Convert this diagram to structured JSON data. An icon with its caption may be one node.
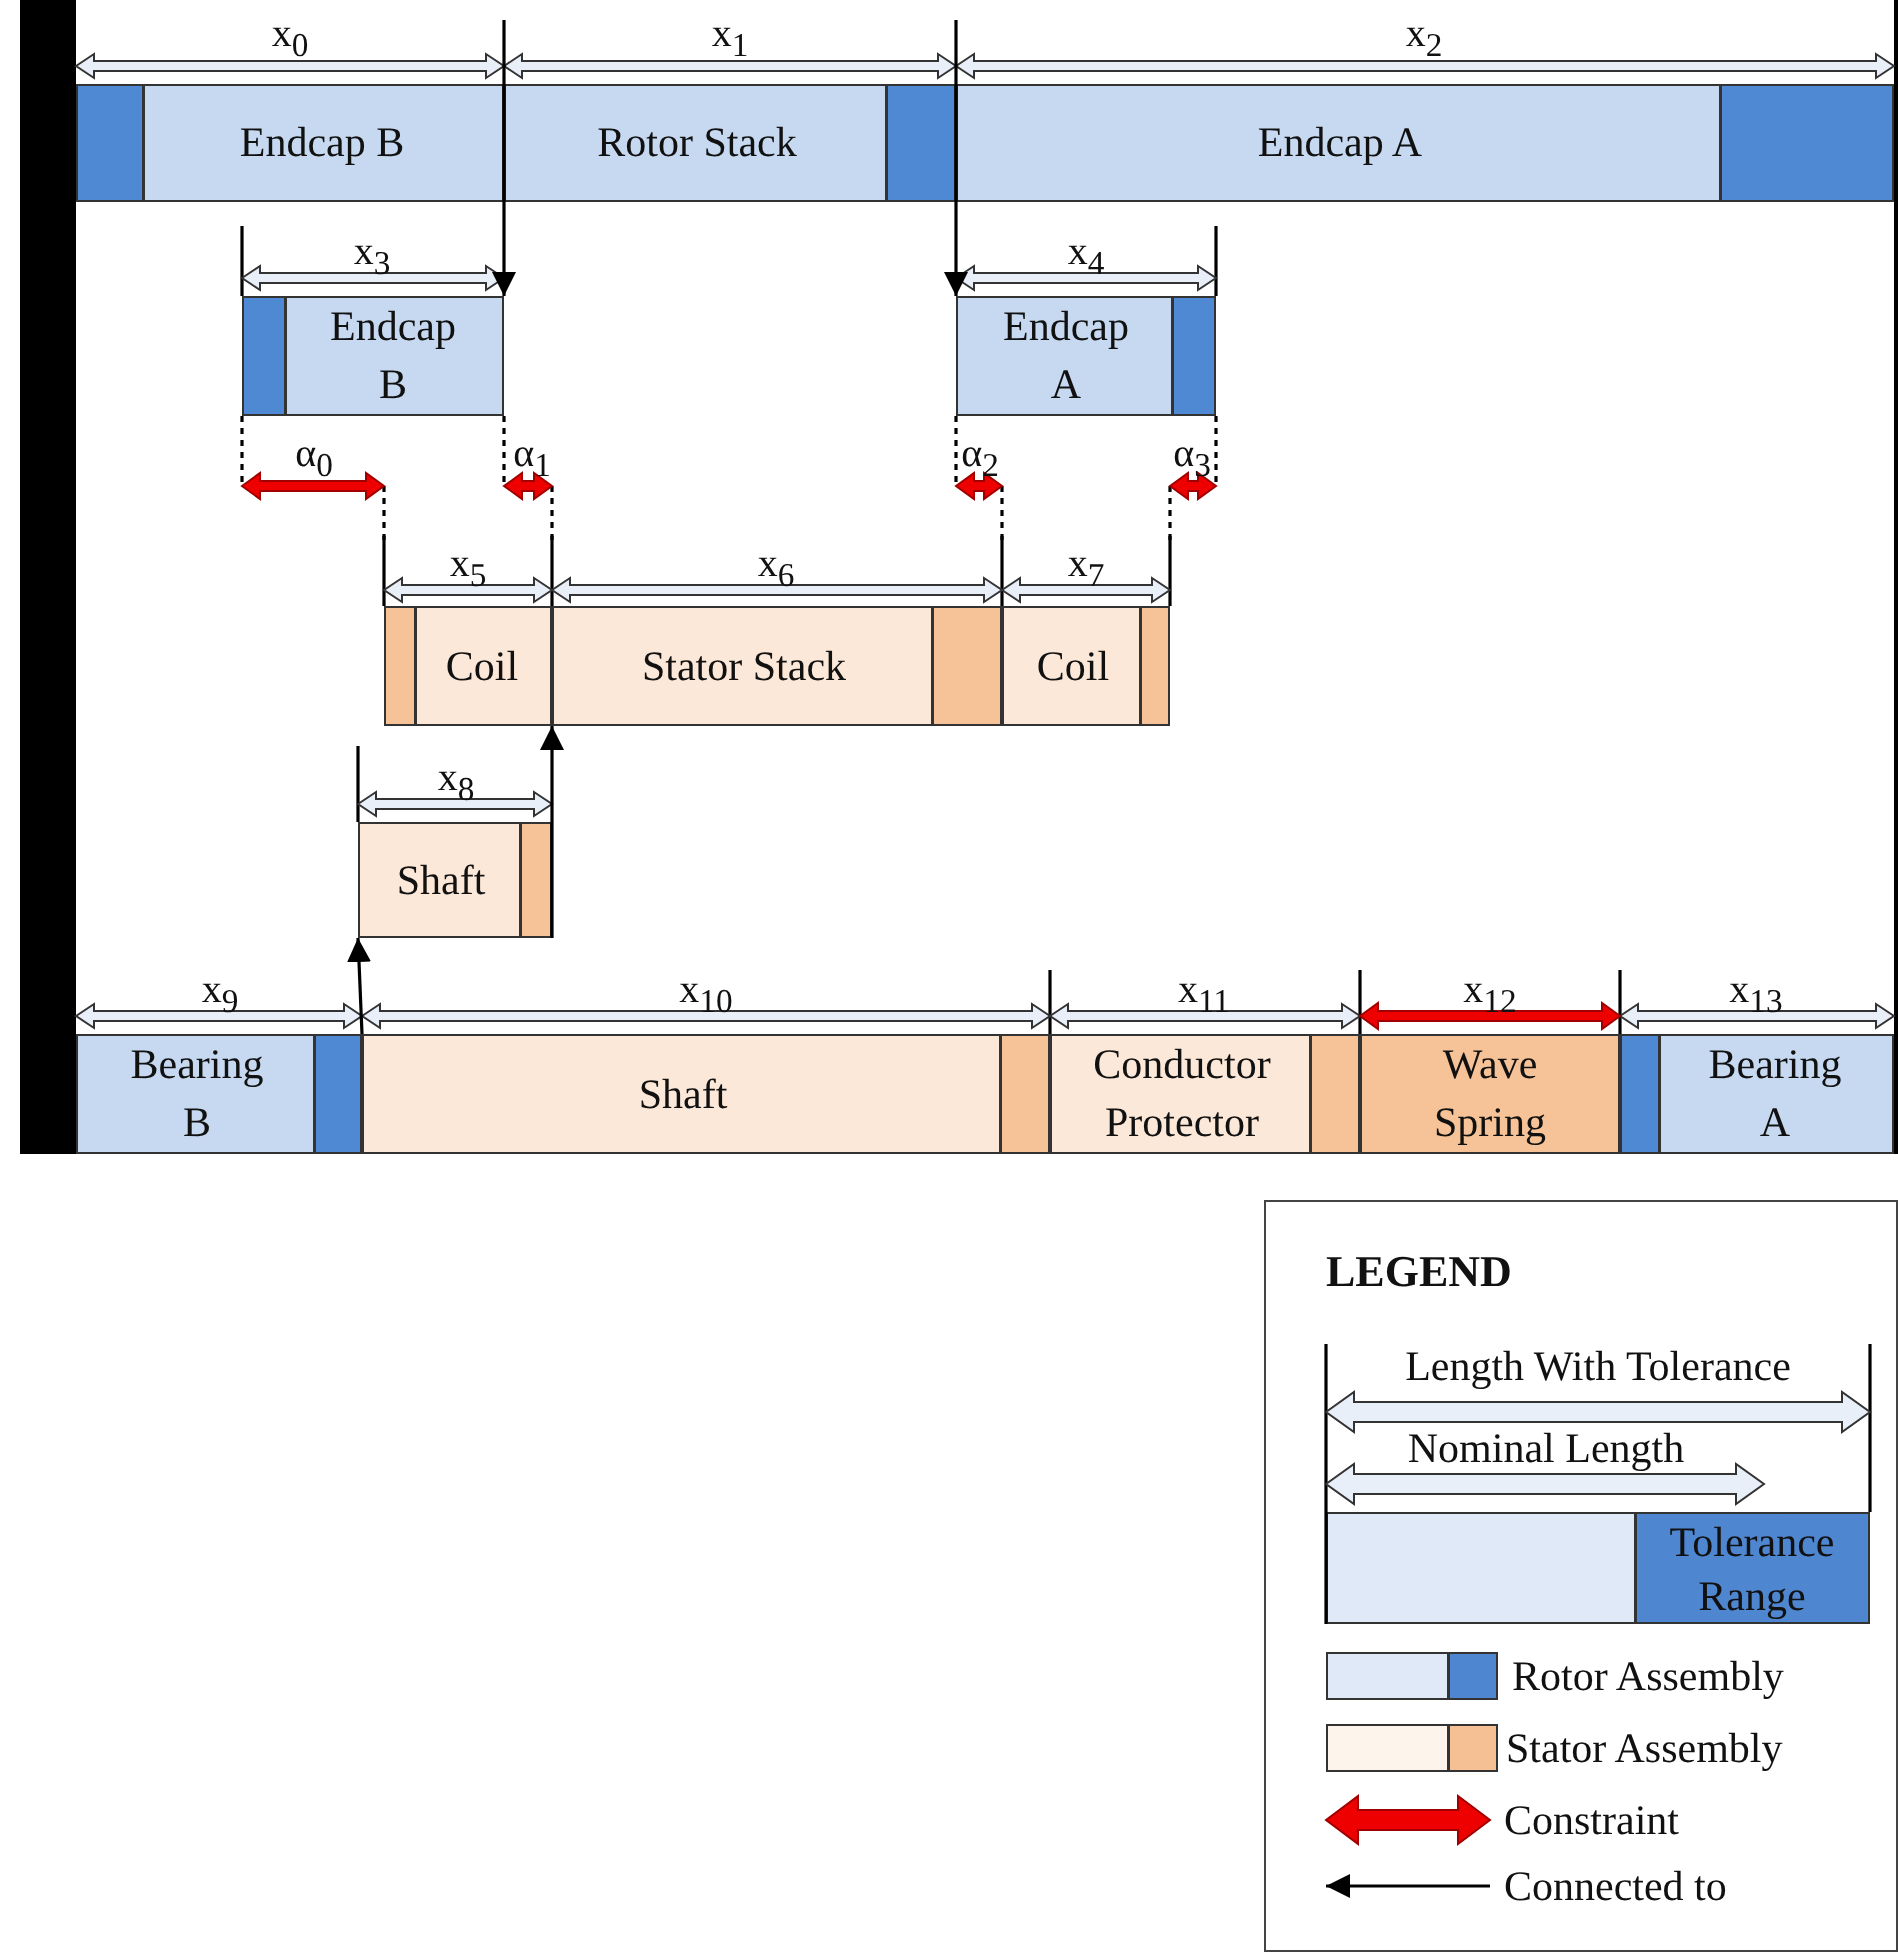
{
  "diagram": {
    "nodes": [
      {
        "text": [
          "Endcap B"
        ]
      },
      {
        "text": [
          "Rotor Stack"
        ]
      },
      {
        "text": [
          "Endcap A"
        ]
      },
      {
        "text": [
          "Endcap B"
        ]
      },
      {
        "text": [
          "Endcap A"
        ]
      },
      {
        "text": [
          "Coil"
        ]
      },
      {
        "text": [
          "Stator Stack"
        ]
      },
      {
        "text": [
          "Coil"
        ]
      },
      {
        "text": [
          "Shaft"
        ]
      },
      {
        "text": [
          "Bearing B"
        ]
      },
      {
        "text": [
          "Shaft"
        ]
      },
      {
        "text": [
          "Conductor Protector"
        ]
      },
      {
        "text": [
          "Wave Spring"
        ]
      },
      {
        "text": [
          "Bearing A"
        ]
      }
    ],
    "edges": [
      {
        "from": 1,
        "to": 3,
        "arrow": "to"
      },
      {
        "from": 1,
        "to": 4,
        "arrow": "to"
      },
      {
        "from": 8,
        "to": 6,
        "arrow": "to"
      },
      {
        "from": 10,
        "to": 8,
        "arrow": "to"
      }
    ],
    "labels": [
      "x$_{0}$",
      "x$_{1}$",
      "x$_{2}$",
      "x$_{3}$",
      "x$_{4}$",
      "α$_{0}$",
      "α$_{1}$",
      "α$_{2}$",
      "α$_{3}$",
      "x$_{5}$",
      "x$_{6}$",
      "x$_{7}$",
      "x$_{8}$",
      "x$_{9}$",
      "x$_{10}$",
      "x$_{11}$",
      "x$_{12}$",
      "x$_{13}$",
      "LEGEND"
    ],
    "legend": [
      {
        "text": "Length With Tolerance"
      },
      {
        "text": "Nominal Length"
      },
      {
        "text": "Tolerance Range",
        "color": "#4f86d0"
      },
      {
        "text": "Rotor Assembly",
        "color": "#4f86d0"
      },
      {
        "text": "Stator Assembly",
        "color": "#f5c093"
      },
      {
        "text": "Constraint"
      },
      {
        "text": "Connected to"
      }
    ]
  }
}
